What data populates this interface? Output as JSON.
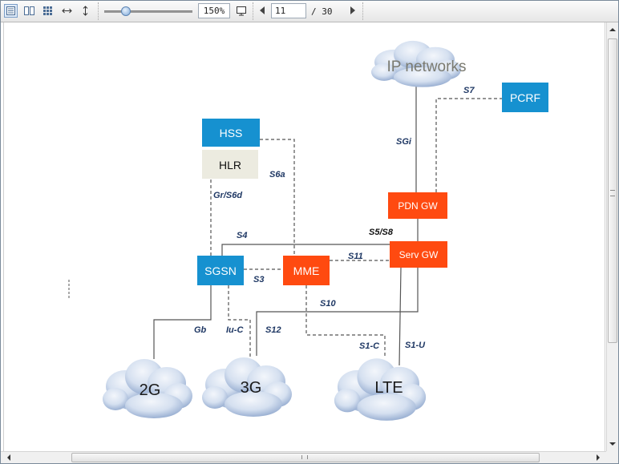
{
  "toolbar": {
    "buttons": [
      "single-page-view-icon",
      "two-page-view-icon",
      "thumbnail-grid-icon",
      "fit-width-icon",
      "fit-height-icon"
    ],
    "zoom_value": "150%",
    "zoom_slider_level_percent": 25,
    "current_page": "11",
    "total_pages": "/ 30"
  },
  "diagram": {
    "nodes": {
      "ip_networks": "IP networks",
      "pcrf": "PCRF",
      "hss": "HSS",
      "hlr": "HLR",
      "pdn_gw": "PDN GW",
      "serv_gw": "Serv GW",
      "sgsn": "SGSN",
      "mme": "MME",
      "net_2g": "2G",
      "net_3g": "3G",
      "net_lte": "LTE"
    },
    "interfaces": {
      "s7": "S7",
      "sgi": "SGi",
      "s6a": "S6a",
      "gr_s6d": "Gr/S6d",
      "s4": "S4",
      "s5_s8": "S5/S8",
      "s11": "S11",
      "s3": "S3",
      "s10": "S10",
      "gb": "Gb",
      "iu_c": "Iu-C",
      "s12": "S12",
      "s1_c": "S1-C",
      "s1_u": "S1-U"
    },
    "colors": {
      "blue_node": "#1691d0",
      "orange_node": "#ff4a10",
      "hlr_fill": "#ecebe0",
      "label_text": "#1f3864",
      "cloud_light": "#f3f6fb",
      "cloud_dark": "#8fa7cd"
    }
  }
}
